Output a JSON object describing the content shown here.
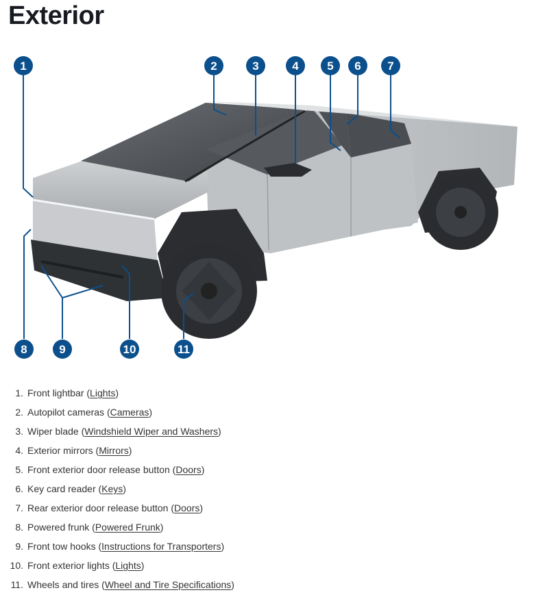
{
  "page": {
    "title": "Exterior"
  },
  "figure": {
    "callouts": [
      "1",
      "2",
      "3",
      "4",
      "5",
      "6",
      "7",
      "8",
      "9",
      "10",
      "11"
    ]
  },
  "parts": [
    {
      "num": "1.",
      "label": "Front lightbar",
      "link": "Lights"
    },
    {
      "num": "2.",
      "label": "Autopilot cameras",
      "link": "Cameras"
    },
    {
      "num": "3.",
      "label": "Wiper blade",
      "link": "Windshield Wiper and Washers"
    },
    {
      "num": "4.",
      "label": "Exterior mirrors",
      "link": "Mirrors"
    },
    {
      "num": "5.",
      "label": "Front exterior door release button",
      "link": "Doors"
    },
    {
      "num": "6.",
      "label": "Key card reader",
      "link": "Keys"
    },
    {
      "num": "7.",
      "label": "Rear exterior door release button",
      "link": "Doors"
    },
    {
      "num": "8.",
      "label": "Powered frunk",
      "link": "Powered Frunk"
    },
    {
      "num": "9.",
      "label": "Front tow hooks",
      "link": "Instructions for Transporters"
    },
    {
      "num": "10.",
      "label": "Front exterior lights",
      "link": "Lights"
    },
    {
      "num": "11.",
      "label": "Wheels and tires",
      "link": "Wheel and Tire Specifications"
    }
  ],
  "colors": {
    "callout": "#0b4f8c",
    "link": "#333333",
    "title": "#171a20"
  }
}
